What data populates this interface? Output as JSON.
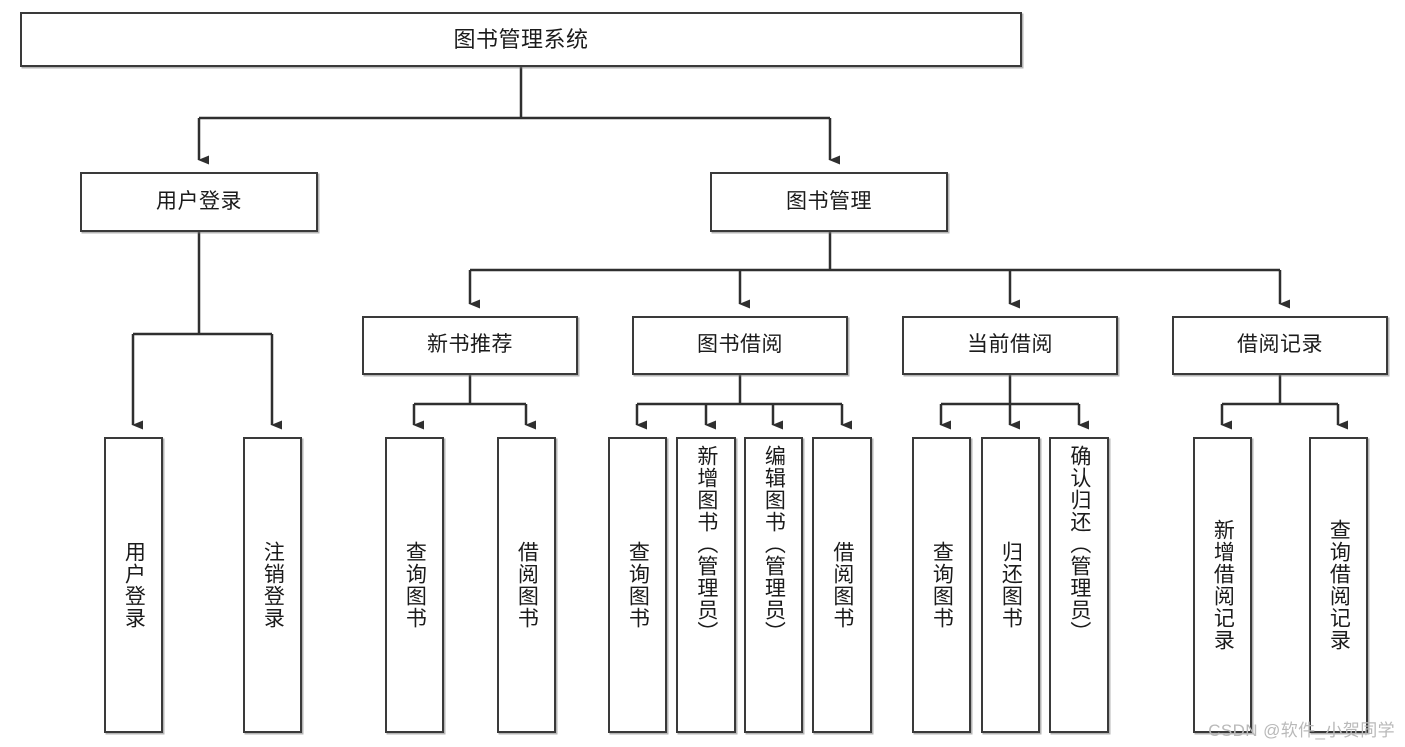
{
  "diagram": {
    "title": "图书管理系统",
    "type": "tree-hierarchy-diagram",
    "root": {
      "id": "root",
      "label": "图书管理系统"
    },
    "level2": [
      {
        "id": "user-login",
        "label": "用户登录"
      },
      {
        "id": "book-manage",
        "label": "图书管理"
      }
    ],
    "level3": [
      {
        "id": "new-book-rec",
        "label": "新书推荐"
      },
      {
        "id": "book-borrow",
        "label": "图书借阅"
      },
      {
        "id": "current-borrow",
        "label": "当前借阅"
      },
      {
        "id": "borrow-record",
        "label": "借阅记录"
      }
    ],
    "leaves": {
      "user_login": [
        {
          "id": "leaf-user-login",
          "label": "用户登录"
        },
        {
          "id": "leaf-logout",
          "label": "注销登录"
        }
      ],
      "new_book_rec": [
        {
          "id": "leaf-query-book-1",
          "label": "查询图书"
        },
        {
          "id": "leaf-borrow-book-1",
          "label": "借阅图书"
        }
      ],
      "book_borrow": [
        {
          "id": "leaf-query-book-2",
          "label": "查询图书"
        },
        {
          "id": "leaf-add-book",
          "label": "新增图书（管理员）"
        },
        {
          "id": "leaf-edit-book",
          "label": "编辑图书（管理员）"
        },
        {
          "id": "leaf-borrow-book-2",
          "label": "借阅图书"
        }
      ],
      "current_borrow": [
        {
          "id": "leaf-query-book-3",
          "label": "查询图书"
        },
        {
          "id": "leaf-return-book",
          "label": "归还图书"
        },
        {
          "id": "leaf-confirm-return",
          "label": "确认归还（管理员）"
        }
      ],
      "borrow_record": [
        {
          "id": "leaf-add-record",
          "label": "新增借阅记录"
        },
        {
          "id": "leaf-query-record",
          "label": "查询借阅记录"
        }
      ]
    },
    "colors": {
      "box_border": "#3a3a3a",
      "box_fill": "#ffffff",
      "connector": "#2f2f2f",
      "text": "#1b1b1b",
      "watermark": "#b9b9b9"
    }
  },
  "watermark": {
    "text": "CSDN @软件_小贺同学"
  }
}
